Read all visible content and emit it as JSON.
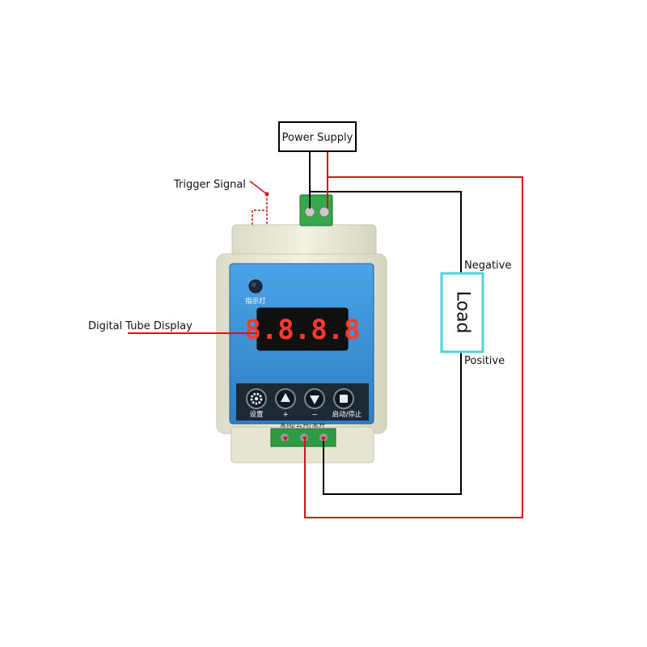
{
  "labels": {
    "power_supply": "Power Supply",
    "trigger_signal": "Trigger Signal",
    "digital_tube_display": "Digital Tube Display",
    "load": "Load",
    "negative": "Negative",
    "positive": "Positive"
  },
  "device": {
    "indicator_label": "指示灯",
    "display_value": "8.8.8.8",
    "buttons": [
      {
        "icon": "gear-icon",
        "label": "设置"
      },
      {
        "icon": "up-triangle-icon",
        "label": "+"
      },
      {
        "icon": "down-triangle-icon",
        "label": "−"
      },
      {
        "icon": "stop-square-icon",
        "label": "启动/停止"
      }
    ],
    "terminal_label": "常闭/公共/常开"
  },
  "colors": {
    "wire_red": "#d0141c",
    "wire_black": "#000000",
    "load_border": "#4fd3db",
    "panel_blue": "#3a8fd6",
    "housing": "#ecebd9",
    "terminal_green": "#35a84a"
  }
}
